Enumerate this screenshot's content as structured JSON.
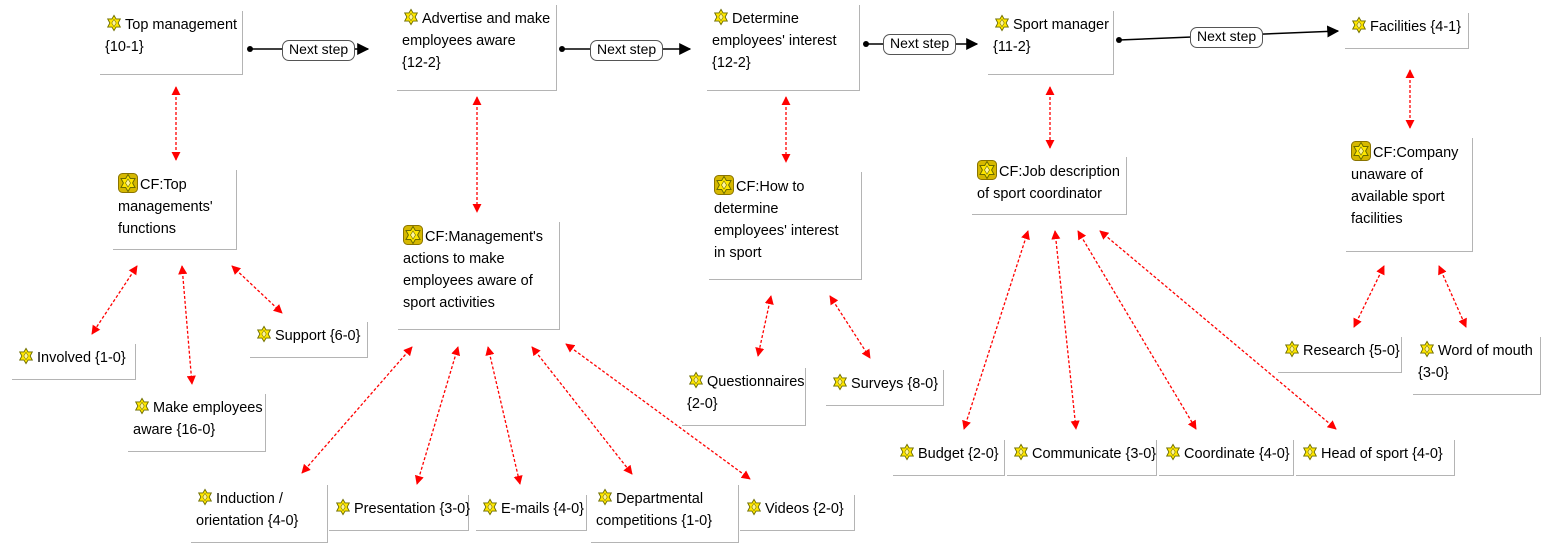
{
  "edge_label": "Next step",
  "colors": {
    "link": "#ff0000",
    "flow": "#000000",
    "icon_fill": "#ffe600",
    "icon_stroke": "#6b6b00",
    "cf_badge": "#d6b800"
  },
  "nodes": {
    "top_mgmt": {
      "icon": "code-icon",
      "lines": [
        "Top management",
        "{10-1}"
      ]
    },
    "advertise": {
      "icon": "code-icon",
      "lines": [
        "Advertise and make",
        "employees aware",
        "{12-2}"
      ]
    },
    "determine": {
      "icon": "code-icon",
      "lines": [
        "Determine",
        "employees' interest",
        "{12-2}"
      ]
    },
    "sport_mgr": {
      "icon": "code-icon",
      "lines": [
        "Sport manager",
        "{11-2}"
      ]
    },
    "facilities": {
      "icon": "code-icon",
      "lines": [
        "Facilities {4-1}"
      ]
    },
    "cf_top": {
      "icon": "cf-code-icon",
      "lines": [
        "CF:Top",
        "managements'",
        "functions"
      ]
    },
    "cf_mgmt": {
      "icon": "cf-code-icon",
      "lines": [
        "CF:Management's",
        "actions to make",
        "employees aware of",
        "sport activities"
      ]
    },
    "cf_how": {
      "icon": "cf-code-icon",
      "lines": [
        "CF:How to",
        "determine",
        "employees' interest",
        "in sport"
      ]
    },
    "cf_job": {
      "icon": "cf-code-icon",
      "lines": [
        "CF:Job description",
        "of sport coordinator"
      ]
    },
    "cf_company": {
      "icon": "cf-code-icon",
      "lines": [
        "CF:Company",
        "unaware of",
        "available sport",
        "facilities"
      ]
    },
    "involved": {
      "icon": "code-icon",
      "lines": [
        "Involved {1-0}"
      ]
    },
    "make_aware": {
      "icon": "code-icon",
      "lines": [
        "Make employees",
        "aware {16-0}"
      ]
    },
    "support": {
      "icon": "code-icon",
      "lines": [
        "Support {6-0}"
      ]
    },
    "induction": {
      "icon": "code-icon",
      "lines": [
        "Induction /",
        "orientation {4-0}"
      ]
    },
    "presentation": {
      "icon": "code-icon",
      "lines": [
        "Presentation {3-0}"
      ]
    },
    "emails": {
      "icon": "code-icon",
      "lines": [
        "E-mails {4-0}"
      ]
    },
    "departmental": {
      "icon": "code-icon",
      "lines": [
        "Departmental",
        "competitions {1-0}"
      ]
    },
    "videos": {
      "icon": "code-icon",
      "lines": [
        "Videos {2-0}"
      ]
    },
    "questionnaires": {
      "icon": "code-icon",
      "lines": [
        "Questionnaires",
        "{2-0}"
      ]
    },
    "surveys": {
      "icon": "code-icon",
      "lines": [
        "Surveys {8-0}"
      ]
    },
    "budget": {
      "icon": "code-icon",
      "lines": [
        "Budget {2-0}"
      ]
    },
    "communicate": {
      "icon": "code-icon",
      "lines": [
        "Communicate {3-0}"
      ]
    },
    "coordinate": {
      "icon": "code-icon",
      "lines": [
        "Coordinate {4-0}"
      ]
    },
    "head_sport": {
      "icon": "code-icon",
      "lines": [
        "Head of sport {4-0}"
      ]
    },
    "research": {
      "icon": "code-icon",
      "lines": [
        "Research {5-0}"
      ]
    },
    "word_mouth": {
      "icon": "code-icon",
      "lines": [
        "Word of mouth",
        "{3-0}"
      ]
    }
  },
  "flow_links": [
    [
      "top_mgmt",
      "advertise"
    ],
    [
      "advertise",
      "determine"
    ],
    [
      "determine",
      "sport_mgr"
    ],
    [
      "sport_mgr",
      "facilities"
    ]
  ],
  "assoc_links": [
    [
      "top_mgmt",
      "cf_top"
    ],
    [
      "advertise",
      "cf_mgmt"
    ],
    [
      "determine",
      "cf_how"
    ],
    [
      "sport_mgr",
      "cf_job"
    ],
    [
      "facilities",
      "cf_company"
    ],
    [
      "cf_top",
      "involved"
    ],
    [
      "cf_top",
      "make_aware"
    ],
    [
      "cf_top",
      "support"
    ],
    [
      "cf_mgmt",
      "induction"
    ],
    [
      "cf_mgmt",
      "presentation"
    ],
    [
      "cf_mgmt",
      "emails"
    ],
    [
      "cf_mgmt",
      "departmental"
    ],
    [
      "cf_mgmt",
      "videos"
    ],
    [
      "cf_how",
      "questionnaires"
    ],
    [
      "cf_how",
      "surveys"
    ],
    [
      "cf_job",
      "budget"
    ],
    [
      "cf_job",
      "communicate"
    ],
    [
      "cf_job",
      "coordinate"
    ],
    [
      "cf_job",
      "head_sport"
    ],
    [
      "cf_company",
      "research"
    ],
    [
      "cf_company",
      "word_mouth"
    ]
  ]
}
